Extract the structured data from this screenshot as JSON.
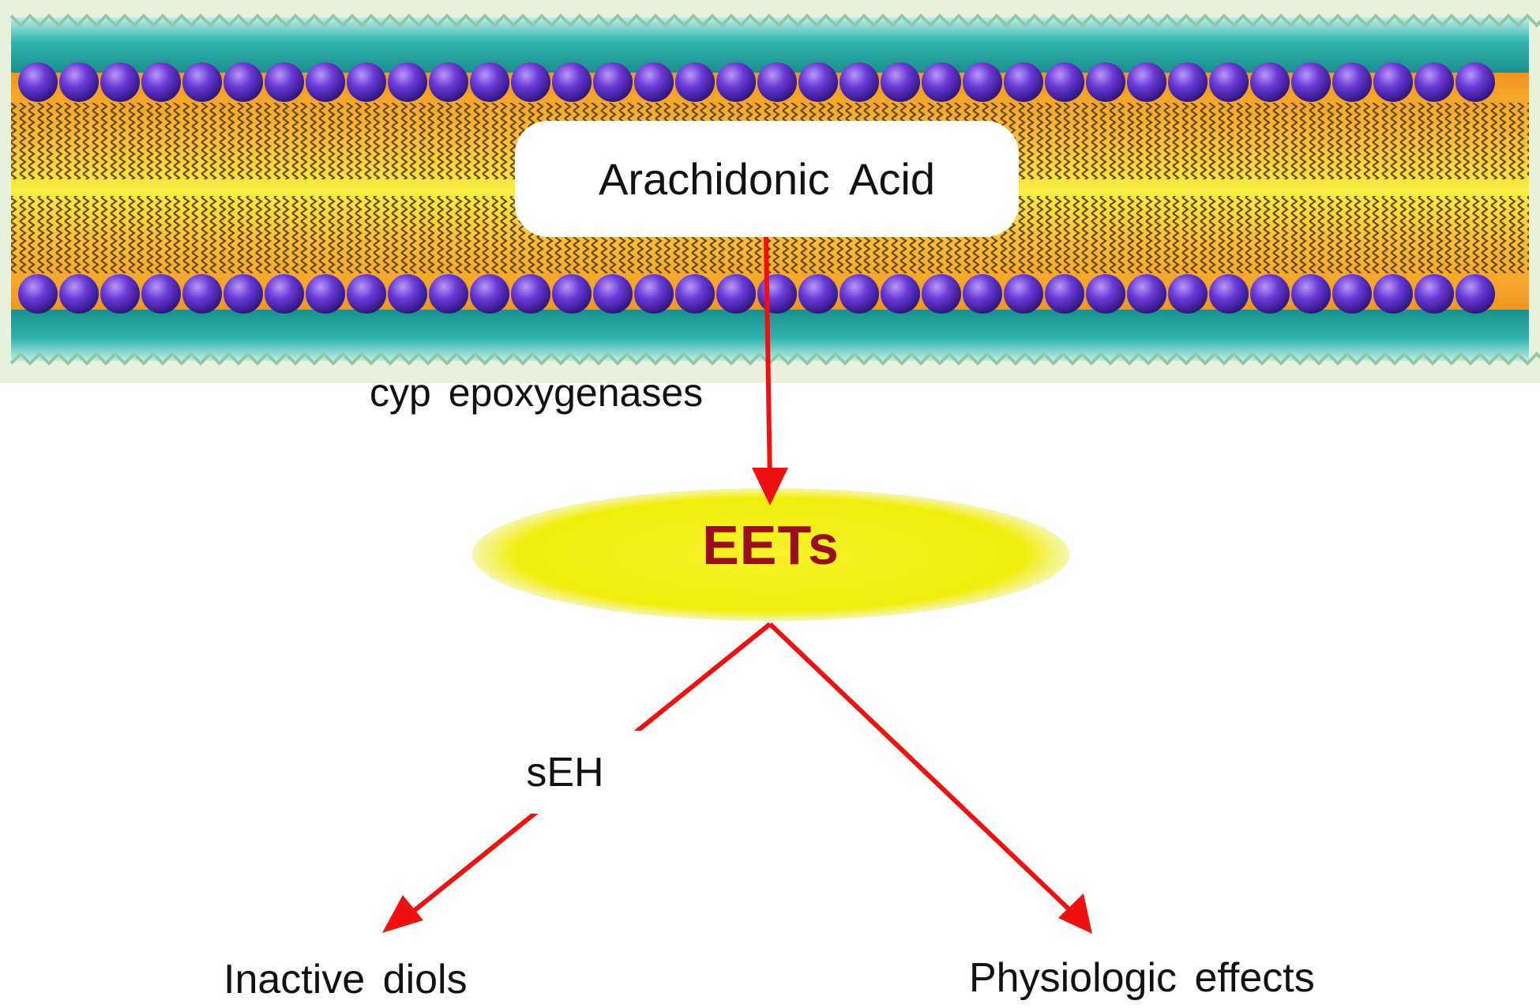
{
  "diagram": {
    "source_label": "Arachidonic Acid",
    "enzyme_1": "cyp epoxygenases",
    "product": "EETs",
    "enzyme_2": "sEH",
    "outcome_left": "Inactive diols",
    "outcome_right": "Physiologic effects"
  },
  "colors": {
    "arrow": "#ee1111",
    "product_fill": "#f5f00e",
    "product_text": "#9a0f1e",
    "membrane_outer": "#2fb3b0",
    "membrane_inner": "#f6a63a",
    "membrane_core": "#f7ec3c",
    "lipid_head": "#6236c8",
    "lipid_tail": "#5a3a1a"
  },
  "icons": {
    "membrane": "lipid-bilayer-illustration"
  }
}
